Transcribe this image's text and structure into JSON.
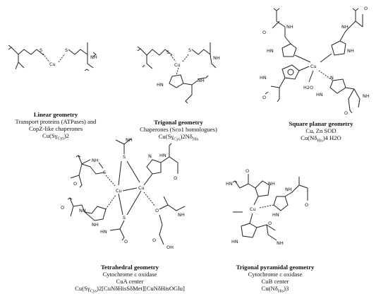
{
  "panels": {
    "linear": {
      "title": "Linear geometry",
      "line1": "Transport proteins (ATPases) and",
      "line2": "CopZ-like chaperones",
      "formula": "Cu(Sγ",
      "formula_sub": "Cys",
      "formula_end": ")2"
    },
    "trigonal": {
      "title": "Trigonal geometry",
      "line1": "Chaperones (Sco1 homologues)",
      "formula": "Cu(Sγ",
      "formula_sub": "Cys",
      "formula_mid": ")2Nδ",
      "formula_sub2": "His"
    },
    "square": {
      "title": "Square planar geometry",
      "line1": "Cu, Zn SOD",
      "formula": "Cu(Nδ",
      "formula_sub": "His",
      "formula_end": ")4 H2O"
    },
    "tetrahedral": {
      "title": "Tetrahedral geometry",
      "line1": "Cytochrome c oxidase",
      "line2": "CuA center",
      "formula": "Cu(Sγ",
      "formula_sub": "Cys",
      "formula_rest": ")2[CuNδHisSδMet][CuNδHisOGlu]"
    },
    "pyramidal": {
      "title": "Trigonal pyramidal geometry",
      "line1": "Cytochrome c oxidase",
      "line2": "CuB center",
      "formula": "Cu(Nδ",
      "formula_sub": "His",
      "formula_end": ")3"
    }
  },
  "atoms": {
    "cu": "Cu",
    "s": "S",
    "nh": "NH",
    "hn": "HN",
    "n": "N",
    "o": "O",
    "h2o": "H2O",
    "oh": "OH"
  }
}
